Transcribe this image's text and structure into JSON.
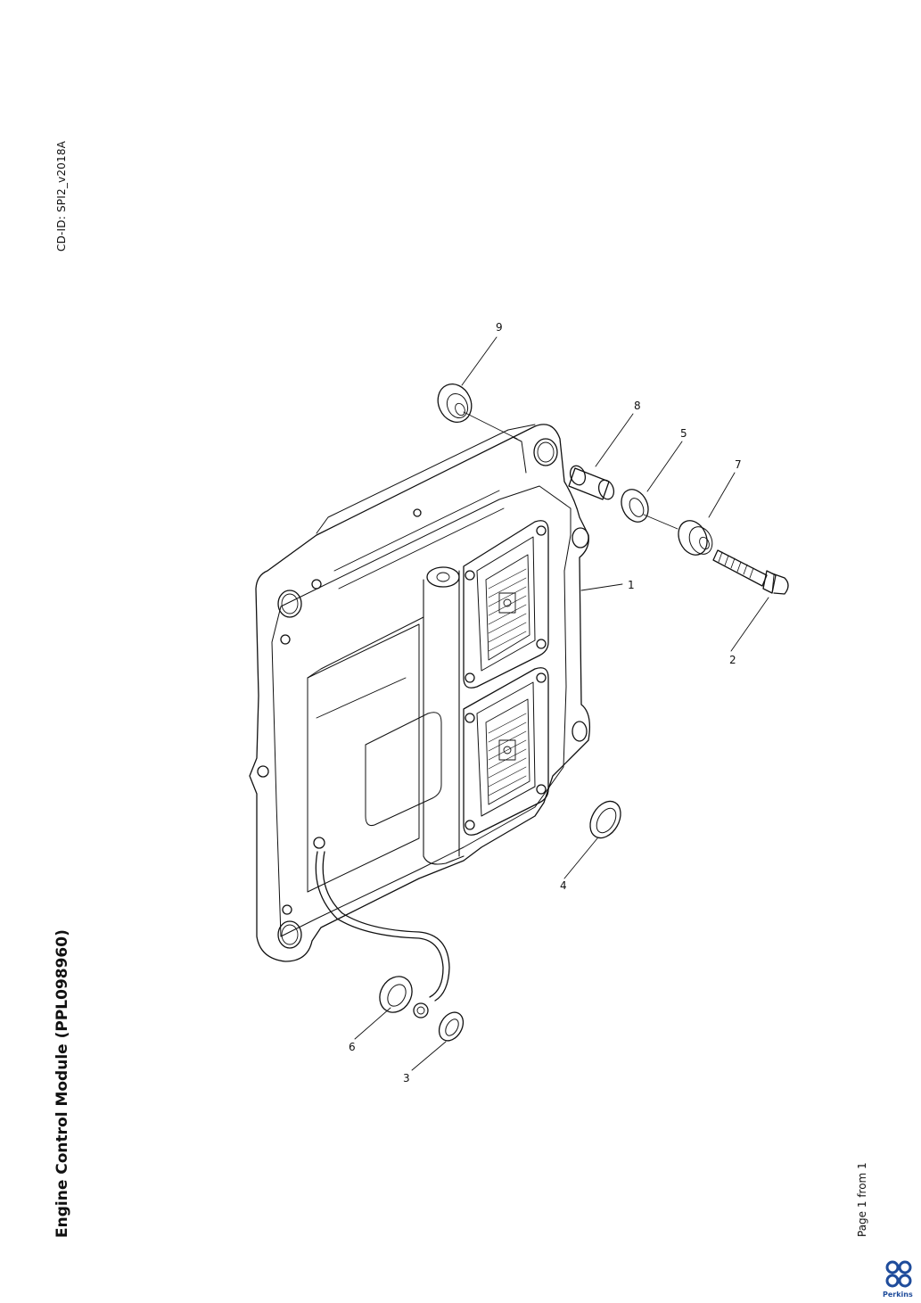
{
  "header": {
    "cd_id": "CD-ID: SPI2_v2018A"
  },
  "document": {
    "title": "Engine Control Module (PPL098960)"
  },
  "footer": {
    "page_info": "Page 1 from 1",
    "logo_text": "Perkins"
  },
  "callouts": [
    {
      "id": "9",
      "label": "9"
    },
    {
      "id": "8",
      "label": "8"
    },
    {
      "id": "5",
      "label": "5"
    },
    {
      "id": "7",
      "label": "7"
    },
    {
      "id": "1",
      "label": "1"
    },
    {
      "id": "2",
      "label": "2"
    },
    {
      "id": "4",
      "label": "4"
    },
    {
      "id": "6",
      "label": "6"
    },
    {
      "id": "3",
      "label": "3"
    }
  ],
  "colors": {
    "line": "#111111",
    "brand": "#1f4c9b"
  }
}
